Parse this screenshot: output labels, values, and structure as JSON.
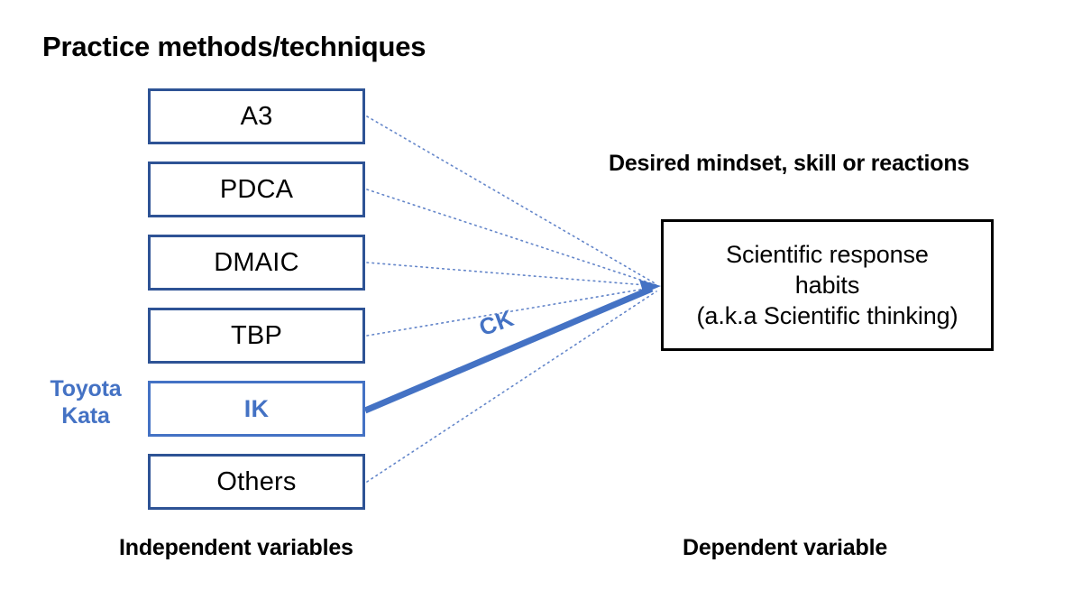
{
  "headings": {
    "practice": "Practice methods/techniques",
    "desired": "Desired mindset, skill or reactions",
    "independent": "Independent variables",
    "dependent": "Dependent variable"
  },
  "side_label": {
    "line1": "Toyota",
    "line2": "Kata"
  },
  "methods": [
    {
      "label": "A3",
      "highlight": false
    },
    {
      "label": "PDCA",
      "highlight": false
    },
    {
      "label": "DMAIC",
      "highlight": false
    },
    {
      "label": "TBP",
      "highlight": false
    },
    {
      "label": "IK",
      "highlight": true
    },
    {
      "label": "Others",
      "highlight": false
    }
  ],
  "outcome": {
    "line1": "Scientific response",
    "line2": "habits",
    "line3": "(a.k.a Scientific thinking)"
  },
  "edge_label": "CK",
  "colors": {
    "box_border_blue": "#2E5395",
    "accent_blue": "#4472C4",
    "outcome_border": "#000000",
    "text_black": "#000000",
    "background": "#FFFFFF"
  }
}
